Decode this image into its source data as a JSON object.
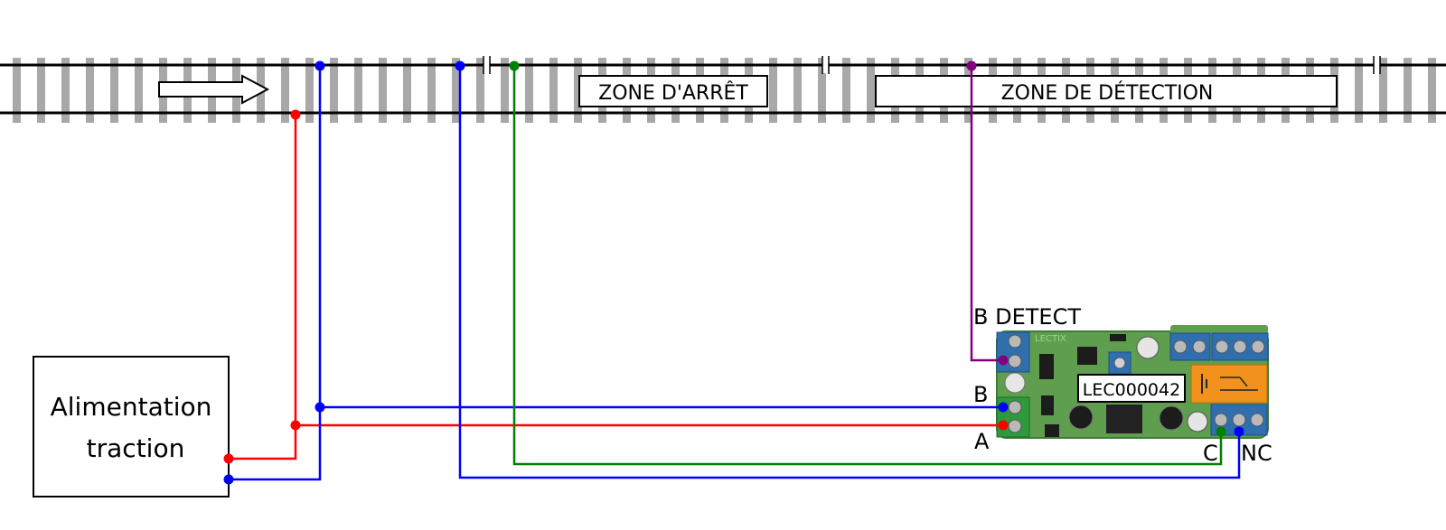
{
  "track": {
    "zone_stop_label": "ZONE D'ARRÊT",
    "zone_detect_label": "ZONE DE DÉTECTION"
  },
  "power_supply": {
    "line1": "Alimentation",
    "line2": "traction"
  },
  "module": {
    "part_number": "LEC000042",
    "brand_text": "LECTIX",
    "terminal_labels": {
      "b_detect": "B DETECT",
      "b": "B",
      "a": "A",
      "c": "C",
      "nc": "NC"
    }
  },
  "colors": {
    "red_wire": "#ff0000",
    "blue_wire": "#0000ff",
    "green_wire": "#008000",
    "purple_wire": "#800080",
    "rail": "#000000",
    "sleeper": "#a8a8a8",
    "pcb": "#5f9e4e",
    "terminal_blue": "#2f6fb0",
    "terminal_green": "#2e9a3c",
    "relay": "#f2921c"
  }
}
